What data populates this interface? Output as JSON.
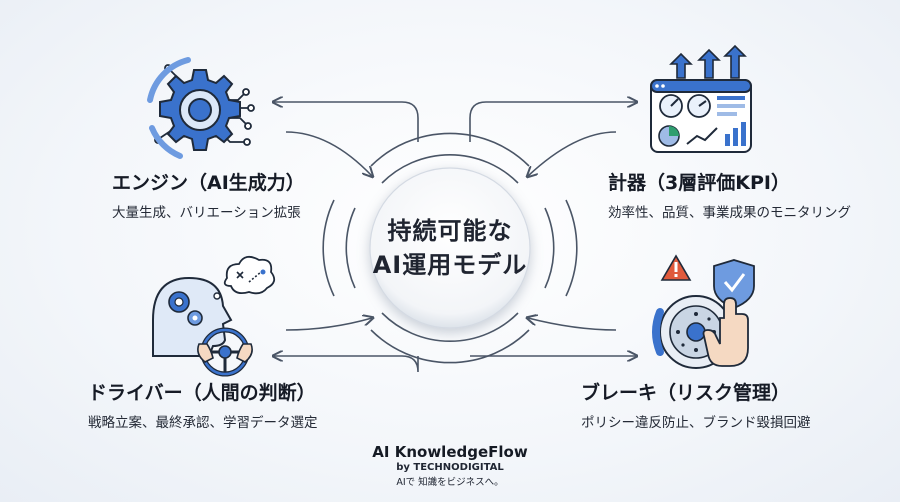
{
  "hub": {
    "line1": "持続可能な",
    "line2": "AI運用モデル"
  },
  "engine": {
    "title": "エンジン（AI生成力）",
    "desc": "大量生成、バリエーション拡張",
    "icon": "gear-circuit-icon"
  },
  "gauge": {
    "title": "計器（3層評価KPI）",
    "desc": "効率性、品質、事業成果のモニタリング",
    "icon": "dashboard-gauge-icon"
  },
  "driver": {
    "title": "ドライバー（人間の判断）",
    "desc": "戦略立案、最終承認、学習データ選定",
    "icon": "driver-steering-icon"
  },
  "brake": {
    "title": "ブレーキ（リスク管理）",
    "desc": "ポリシー違反防止、ブランド毀損回避",
    "icon": "brake-shield-icon"
  },
  "footer": {
    "brand": "AI KnowledgeFlow",
    "by": "by TECHNODIGITAL",
    "tagline": "AIで 知識をビジネスへ。"
  },
  "colors": {
    "accent": "#2f6fd0",
    "line": "#4a5566",
    "warning": "#e05a3c"
  }
}
